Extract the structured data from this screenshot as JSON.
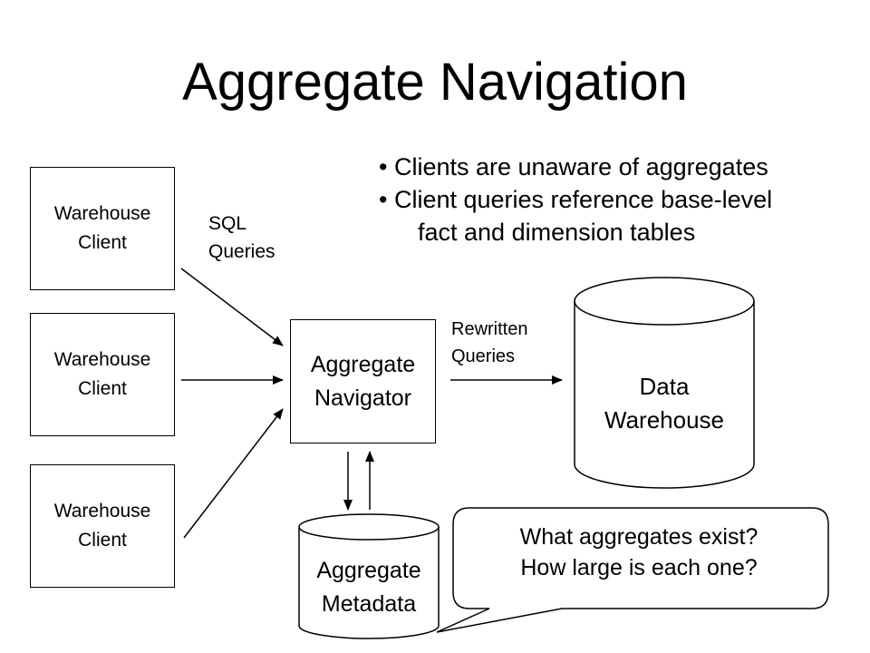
{
  "title": "Aggregate Navigation",
  "bullets": [
    "• Clients are unaware of aggregates",
    "• Client queries reference base-level",
    "fact and dimension tables"
  ],
  "clients": [
    {
      "line1": "Warehouse",
      "line2": "Client"
    },
    {
      "line1": "Warehouse",
      "line2": "Client"
    },
    {
      "line1": "Warehouse",
      "line2": "Client"
    }
  ],
  "sql_label": {
    "line1": "SQL",
    "line2": "Queries"
  },
  "navigator": {
    "line1": "Aggregate",
    "line2": "Navigator"
  },
  "rewritten_label": {
    "line1": "Rewritten",
    "line2": "Queries"
  },
  "warehouse": {
    "line1": "Data",
    "line2": "Warehouse"
  },
  "metadata": {
    "line1": "Aggregate",
    "line2": "Metadata"
  },
  "callout": {
    "line1": "What aggregates exist?",
    "line2": "How large is each one?"
  }
}
